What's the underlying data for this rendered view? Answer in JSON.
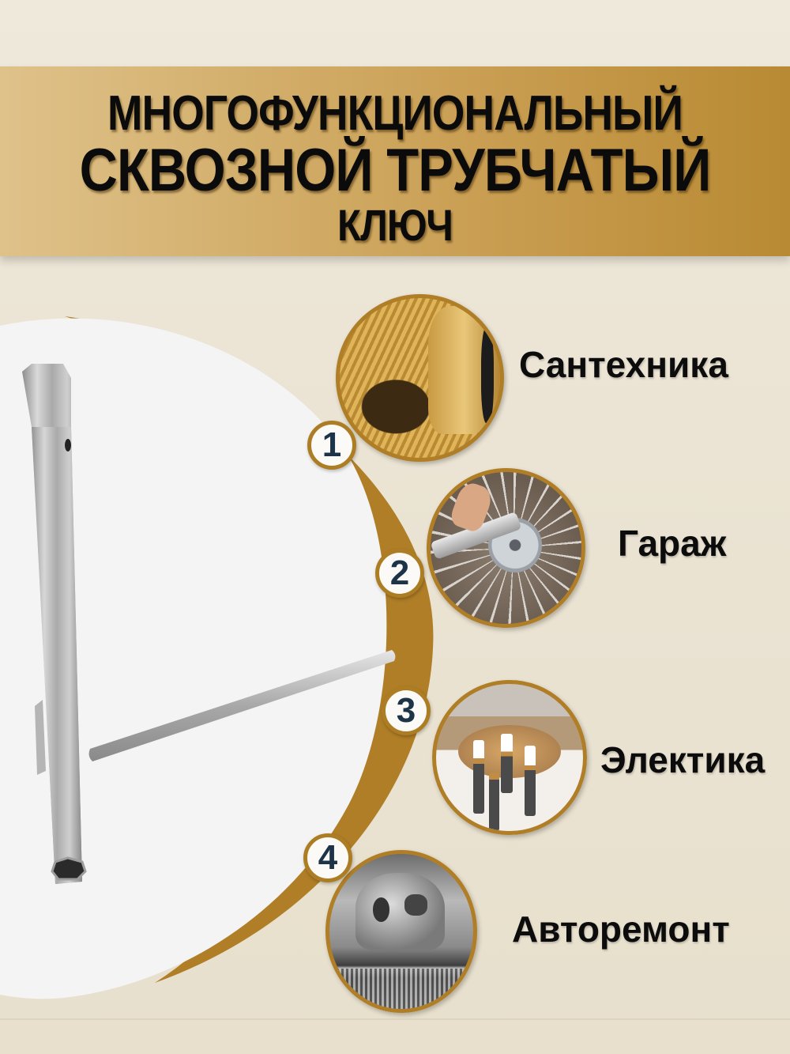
{
  "header": {
    "title_lines": [
      "МНОГОФУНКЦИОНАЛЬНЫЙ",
      "СКВОЗНОЙ ТРУБЧАТЫЙ",
      "КЛЮЧ"
    ]
  },
  "product": {
    "image": "t-shaped-tubular-socket-wrench"
  },
  "uses": [
    {
      "number": "1",
      "label": "Сантехника",
      "image": "brass-threaded-pipe-fitting"
    },
    {
      "number": "2",
      "label": "Гараж",
      "image": "wrench-on-spoked-wheel-hub"
    },
    {
      "number": "3",
      "label": "Электика",
      "image": "water-heater-heating-element"
    },
    {
      "number": "4",
      "label": "Авторемонт",
      "image": "car-body-repair-bw"
    }
  ],
  "colors": {
    "background": "#ebe4d4",
    "banner_light": "#dfc28a",
    "banner_dark": "#b88a33",
    "gold_accent": "#b07e26",
    "badge_number": "#1d3347",
    "text": "#0b0b0b"
  }
}
